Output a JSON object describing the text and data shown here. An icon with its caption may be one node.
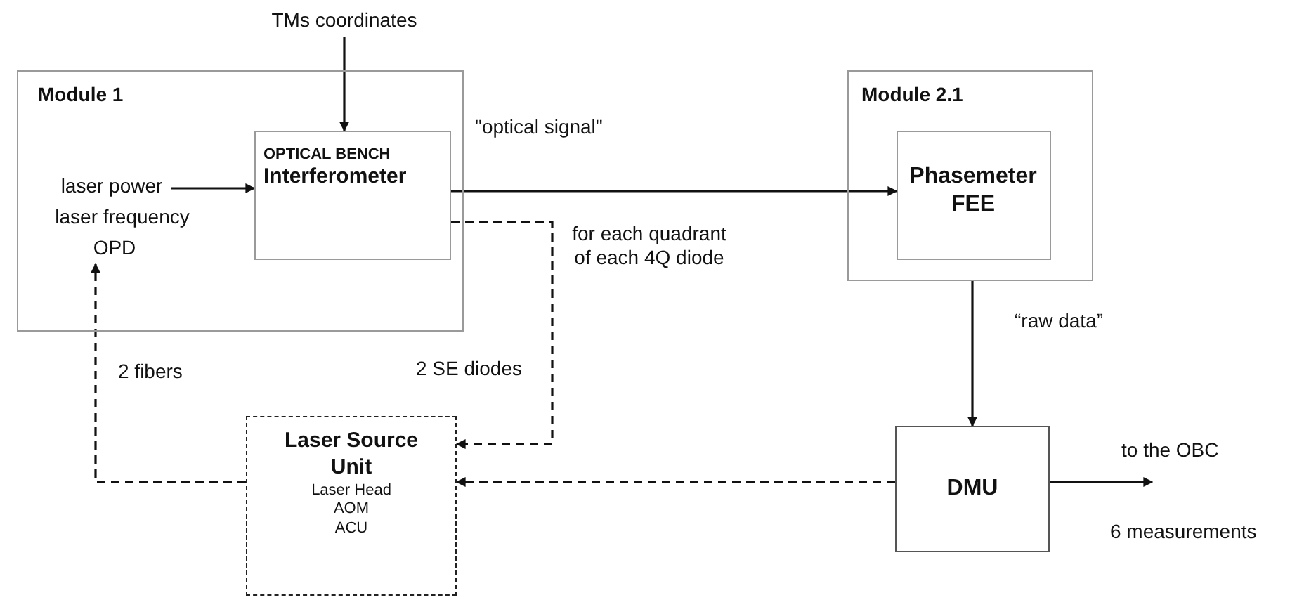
{
  "diagram": {
    "nodes": [
      {
        "text": [
          "Module 1"
        ]
      },
      {
        "text": [
          "OPTICAL BENCH",
          "Interferometer"
        ],
        "in": 0
      },
      {
        "text": [
          "laser power"
        ],
        "in": 0
      },
      {
        "text": [
          "laser frequency"
        ],
        "in": 0
      },
      {
        "text": [
          "OPD"
        ],
        "in": 0
      },
      {
        "text": [
          "TMs coordinates"
        ]
      },
      {
        "text": [
          "Module 2.1"
        ]
      },
      {
        "text": [
          "Phasemeter FEE"
        ],
        "in": 6
      },
      {
        "text": [
          "Laser Source Unit",
          "Laser Head",
          "AOM",
          "ACU"
        ]
      },
      {
        "text": [
          "DMU"
        ]
      }
    ],
    "edges": [
      {
        "from": 5,
        "to": 1,
        "arrow": "to"
      },
      {
        "from": 2,
        "to": 1,
        "arrow": "to"
      },
      {
        "from": 1,
        "to": 7,
        "arrow": "to",
        "label": "\"optical signal\""
      },
      {
        "from": 1,
        "to": 8,
        "arrow": "to",
        "style": "dashed",
        "label": "2 SE diodes"
      },
      {
        "from": 8,
        "to": 4,
        "arrow": "to",
        "style": "dashed",
        "label": "2 fibers"
      },
      {
        "from": 6,
        "to": 9,
        "arrow": "to",
        "label": "“raw data”"
      },
      {
        "from": 9,
        "to": 8,
        "arrow": "to",
        "style": "dashed"
      },
      {
        "from": 9,
        "to": null,
        "arrow": "to",
        "label": "to the OBC"
      }
    ],
    "labels": [
      "for each quadrant of each 4Q diode",
      "6 measurements"
    ]
  }
}
